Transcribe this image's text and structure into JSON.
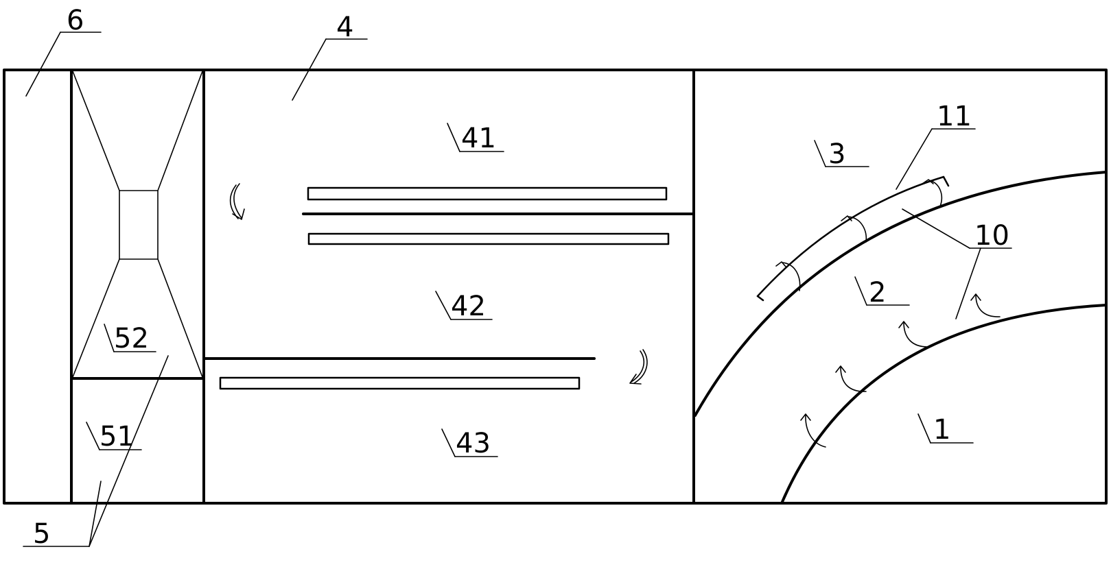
{
  "labels": {
    "l6": "6",
    "l4": "4",
    "l41": "41",
    "l42": "42",
    "l43": "43",
    "l3": "3",
    "l11": "11",
    "l10": "10",
    "l2": "2",
    "l1": "1",
    "l52": "52",
    "l51": "51",
    "l5": "5"
  }
}
